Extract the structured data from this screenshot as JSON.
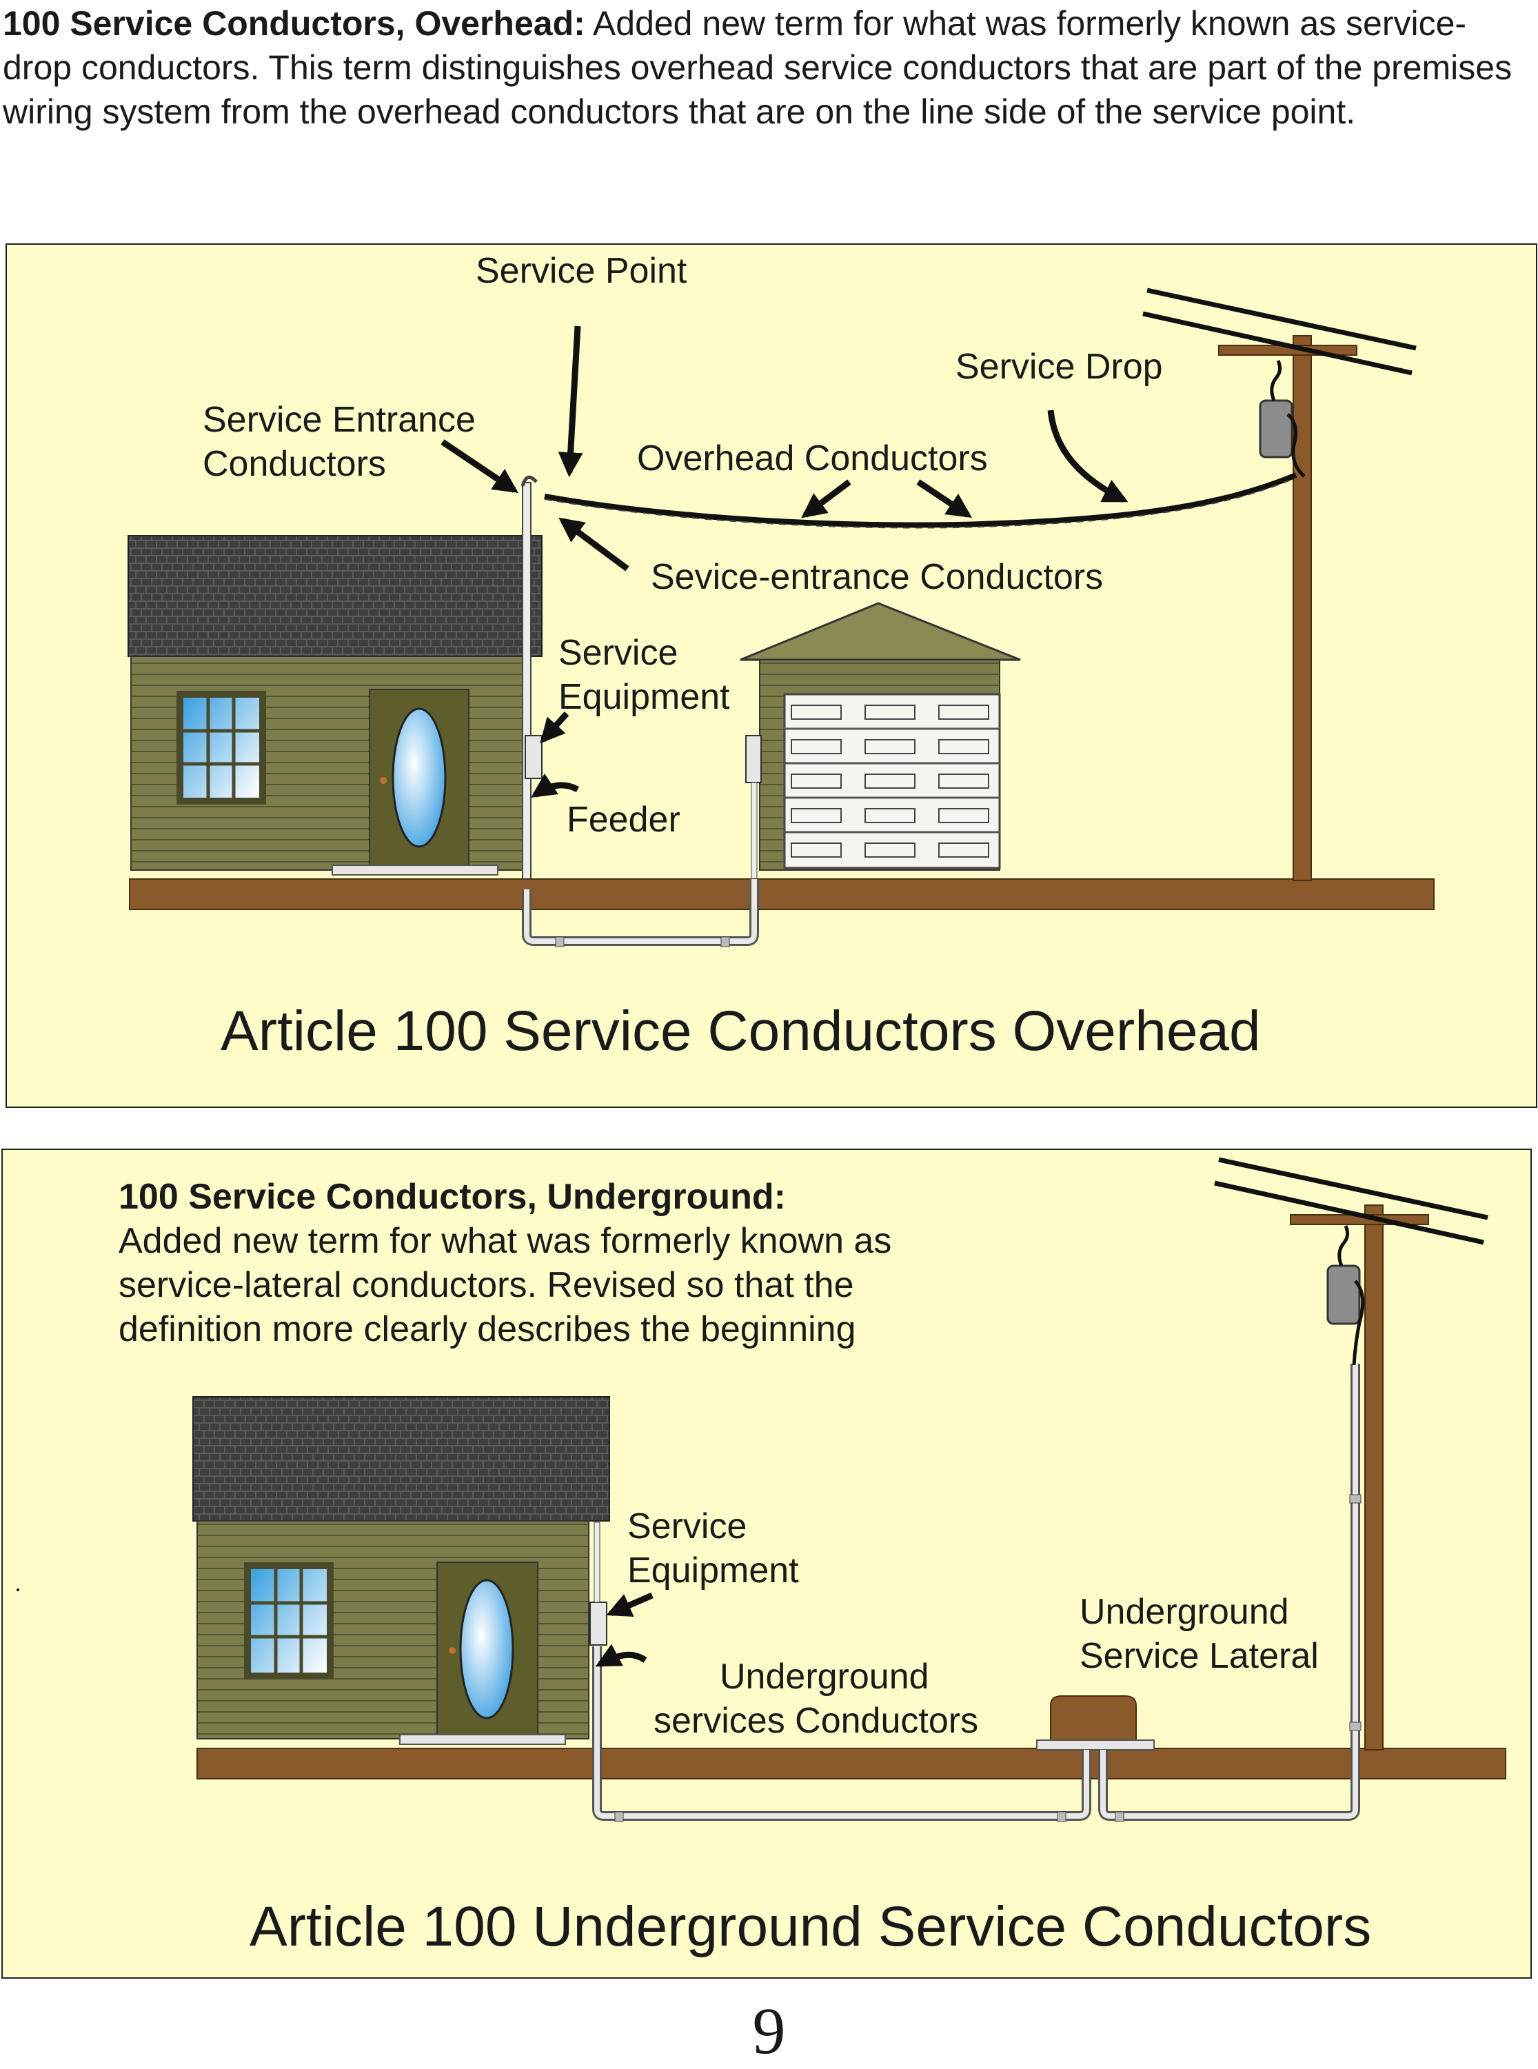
{
  "intro": {
    "term": "100 Service Conductors, Overhead:",
    "text": " Added new term for what was formerly known as service-drop conductors. This term distinguishes overhead service conductors that are part of the premises wiring system from the overhead conductors that are on the line side of the service point."
  },
  "panel1": {
    "labels": {
      "service_point": "Service Point",
      "service_drop": "Service Drop",
      "service_entrance_1": "Service Entrance",
      "service_entrance_2": "Conductors",
      "overhead_conductors": "Overhead Conductors",
      "sevice_entrance_conductors": "Sevice-entrance Conductors",
      "service_equipment_1": "Service",
      "service_equipment_2": "Equipment",
      "feeder": "Feeder"
    },
    "caption": "Article 100 Service Conductors Overhead"
  },
  "panel2": {
    "heading": "100 Service Conductors, Underground:",
    "lines": [
      "Added new term for what was formerly known as",
      "service-lateral conductors. Revised so that the",
      "definition more clearly describes the beginning"
    ],
    "labels": {
      "service_equipment_1": "Service",
      "service_equipment_2": "Equipment",
      "underground_lateral_1": "Underground",
      "underground_lateral_2": "Service Lateral",
      "underground_conductors_1": "Underground",
      "underground_conductors_2": "services Conductors"
    },
    "caption": "Article 100 Underground Service Conductors"
  },
  "page_number": "9",
  "colors": {
    "panel_bg": "#fdfdc9",
    "ground": "#8a5a2b",
    "siding": "#7a7a4a",
    "roof": "#555555",
    "pole": "#8a5a2b",
    "door": "#5e5e2c"
  }
}
